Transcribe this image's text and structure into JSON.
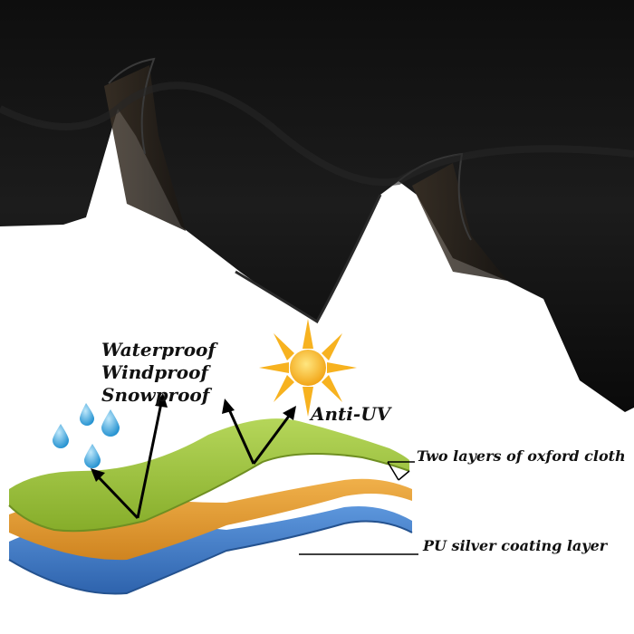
{
  "features": {
    "line1": "Waterproof",
    "line2": "Windproof",
    "line3": "Snowproof"
  },
  "anti_uv": "Anti-UV",
  "oxford_label": "Two layers of oxford cloth",
  "pu_label": "PU silver coating layer",
  "colors": {
    "fabric": "#141414",
    "fabric_highlight": "#2e2e2e",
    "fabric_inner": "#3a3128",
    "green_layer": "#9dc23c",
    "orange_layer": "#e39a2c",
    "blue_layer": "#3b78c4",
    "sun": "#f7b21f",
    "water_drop": "#3aa7dc"
  }
}
